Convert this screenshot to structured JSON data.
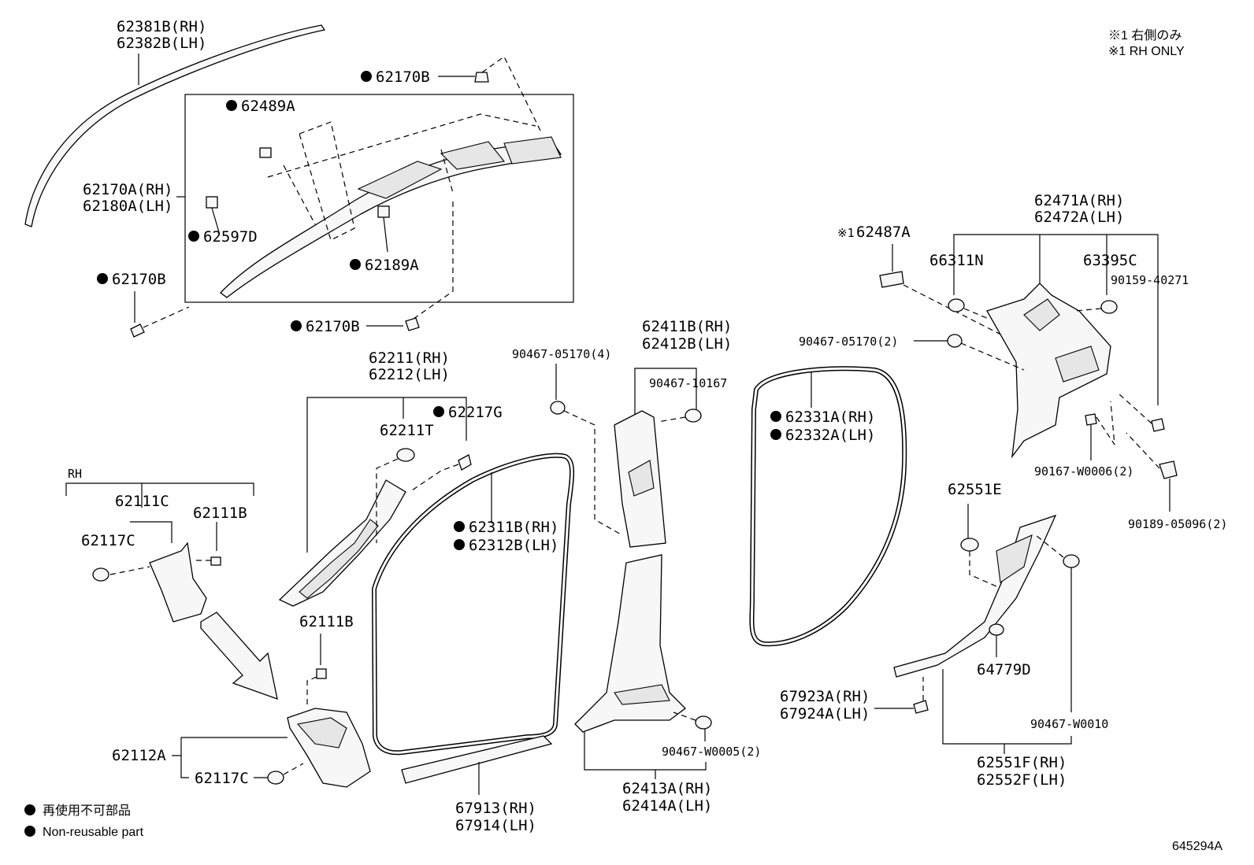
{
  "legend": {
    "jp_note": "※1 右側のみ",
    "en_note": "※1 RH ONLY",
    "bullet_jp": "再使用不可部品",
    "bullet_en": "Non-reusable part"
  },
  "diagram_id": "645294A",
  "rh_group_label": "RH",
  "parts": {
    "p62381B": "62381B(RH)",
    "p62382B": "62382B(LH)",
    "p62170B_top": "62170B",
    "p62489A": "62489A",
    "p62170A": "62170A(RH)",
    "p62180A": "62180A(LH)",
    "p62597D": "62597D",
    "p62189A": "62189A",
    "p62170B_left": "62170B",
    "p62170B_bottom": "62170B",
    "p62211": "62211(RH)",
    "p62212": "62212(LH)",
    "p62217G": "62217G",
    "p62211T": "62211T",
    "p62111C": "62111C",
    "p62111B_a": "62111B",
    "p62117C_a": "62117C",
    "p62111B_b": "62111B",
    "p62112A": "62112A",
    "p62117C_b": "62117C",
    "p90467_05170_4": "90467-05170(4)",
    "p62311B": "62311B(RH)",
    "p62312B": "62312B(LH)",
    "p67913": "67913(RH)",
    "p67914": "67914(LH)",
    "p62411B": "62411B(RH)",
    "p62412B": "62412B(LH)",
    "p90467_10167": "90467-10167",
    "p90467_W0005": "90467-W0005(2)",
    "p62413A": "62413A(RH)",
    "p62414A": "62414A(LH)",
    "p62331A": "62331A(RH)",
    "p62332A": "62332A(LH)",
    "p90467_05170_2": "90467-05170(2)",
    "p62487A": "62487A",
    "p62471A": "62471A(RH)",
    "p62472A": "62472A(LH)",
    "p66311N": "66311N",
    "p63395C": "63395C",
    "p90159_40271": "90159-40271",
    "p90167_W0006": "90167-W0006(2)",
    "p90189_05096": "90189-05096(2)",
    "p62551E": "62551E",
    "p64779D": "64779D",
    "p67923A": "67923A(RH)",
    "p67924A": "67924A(LH)",
    "p90467_W0010": "90467-W0010",
    "p62551F": "62551F(RH)",
    "p62552F": "62552F(LH)"
  }
}
